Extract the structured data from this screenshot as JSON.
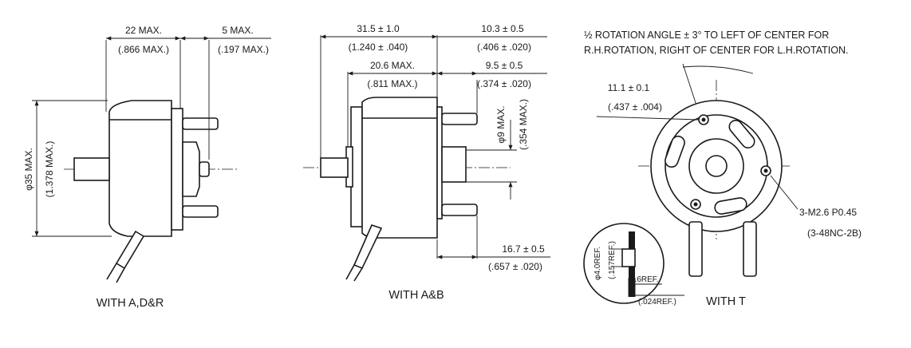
{
  "view_a": {
    "caption": "WITH A,D&R",
    "dim_length": "22 MAX.",
    "dim_length_in": "(.866 MAX.)",
    "dim_shaft": "5 MAX.",
    "dim_shaft_in": "(.197 MAX.)",
    "dim_dia": "φ35 MAX.",
    "dim_dia_in": "(1.378 MAX.)"
  },
  "view_b": {
    "caption": "WITH A&B",
    "dim_overall": "31.5 ± 1.0",
    "dim_overall_in": "(1.240 ± .040)",
    "dim_body": "20.6 MAX.",
    "dim_body_in": "(.811 MAX.)",
    "dim_top": "10.3 ± 0.5",
    "dim_top_in": "(.406 ± .020)",
    "dim_mid": "9.5 ± 0.5",
    "dim_mid_in": "(.374 ± .020)",
    "dim_hub": "φ9 MAX.",
    "dim_hub_in": "(.354 MAX.)",
    "dim_bottom": "16.7 ± 0.5",
    "dim_bottom_in": "(.657 ± .020)"
  },
  "view_t": {
    "caption": "WITH T",
    "note_line1": "½ ROTATION ANGLE ± 3° TO LEFT OF CENTER FOR",
    "note_line2": "R.H.ROTATION, RIGHT OF CENTER FOR L.H.ROTATION.",
    "dim_hole": "11.1 ± 0.1",
    "dim_hole_in": "(.437 ± .004)",
    "screw": "3-M2.6 P0.45",
    "screw_alt": "(3-48NC-2B)",
    "detail_dia": "φ4.0REF.",
    "detail_dia_in": "(.157REF.)",
    "detail_thk": "0.6REF.",
    "detail_thk_in": "(.024REF.)"
  }
}
